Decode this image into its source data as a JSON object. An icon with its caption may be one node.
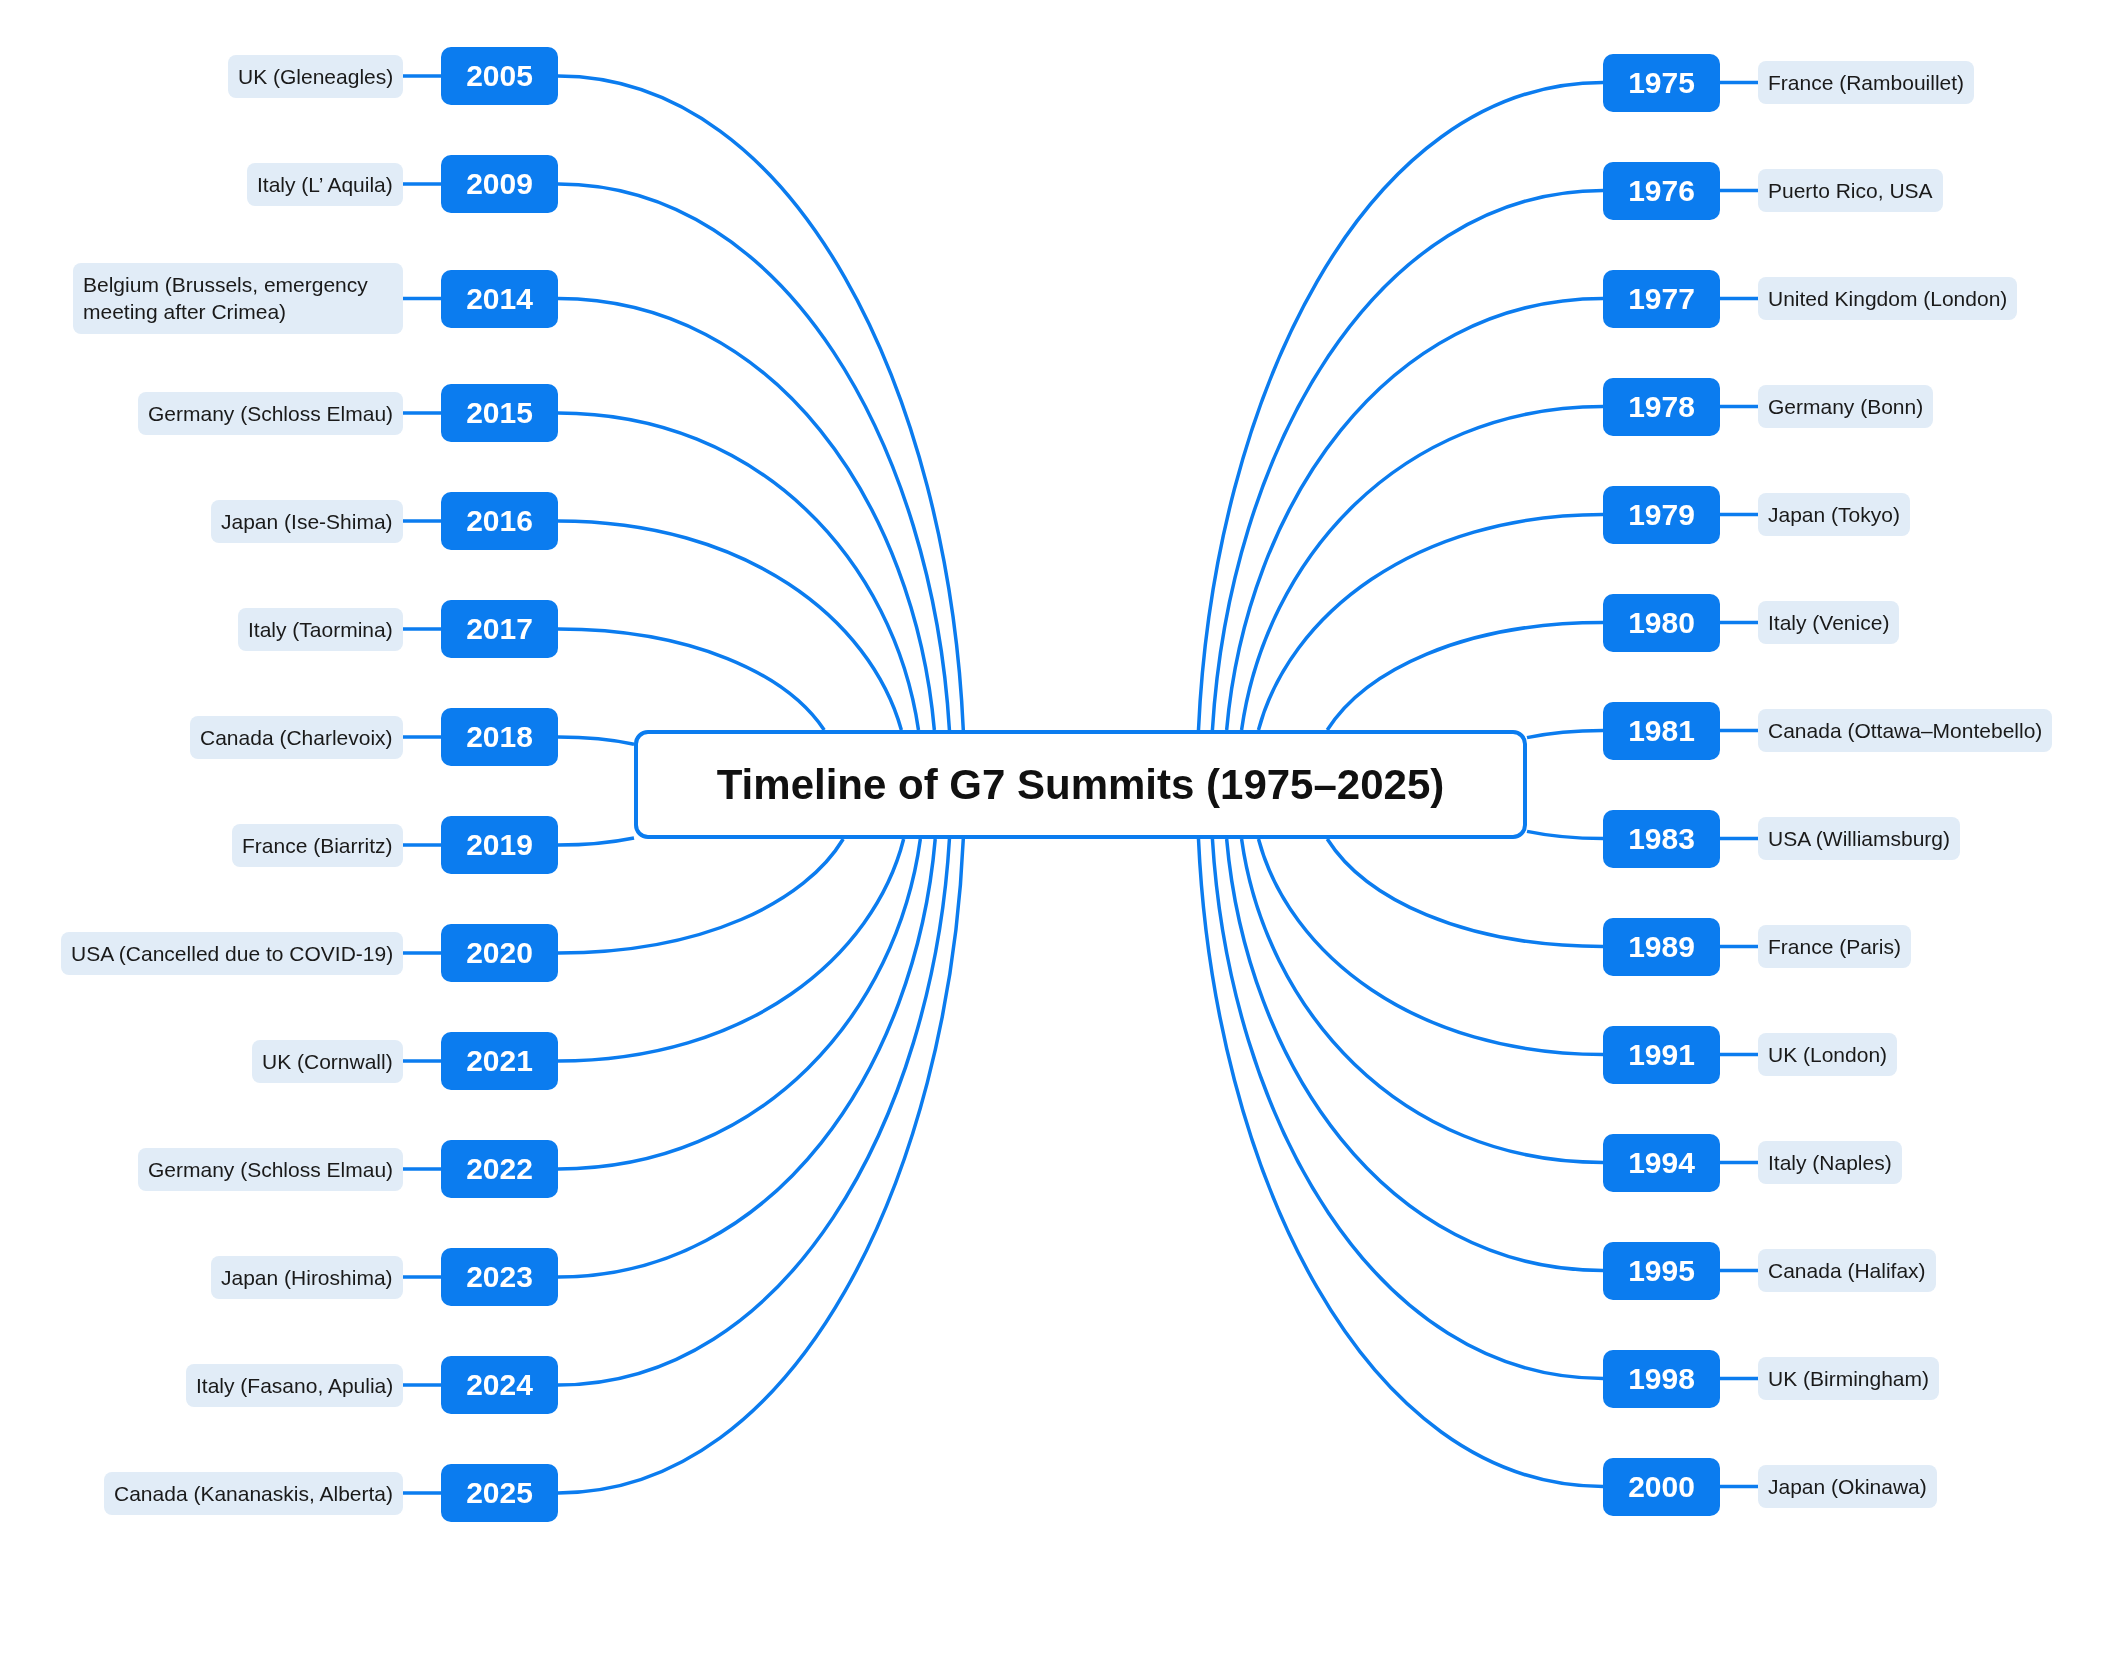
{
  "diagram": {
    "nodes": [
      {
        "text": [
          "Timeline of G7 Summits (1975–2025)"
        ]
      },
      {
        "text": [
          "1975"
        ]
      },
      {
        "text": [
          "France (Rambouillet)"
        ]
      },
      {
        "text": [
          "1976"
        ]
      },
      {
        "text": [
          "Puerto Rico, USA"
        ]
      },
      {
        "text": [
          "1977"
        ]
      },
      {
        "text": [
          "United Kingdom (London)"
        ]
      },
      {
        "text": [
          "1978"
        ]
      },
      {
        "text": [
          "Germany (Bonn)"
        ]
      },
      {
        "text": [
          "1979"
        ]
      },
      {
        "text": [
          "Japan (Tokyo)"
        ]
      },
      {
        "text": [
          "1980"
        ]
      },
      {
        "text": [
          "Italy (Venice)"
        ]
      },
      {
        "text": [
          "1981"
        ]
      },
      {
        "text": [
          "Canada (Ottawa–Montebello)"
        ]
      },
      {
        "text": [
          "1983"
        ]
      },
      {
        "text": [
          "USA (Williamsburg)"
        ]
      },
      {
        "text": [
          "1989"
        ]
      },
      {
        "text": [
          "France (Paris)"
        ]
      },
      {
        "text": [
          "1991"
        ]
      },
      {
        "text": [
          "UK (London)"
        ]
      },
      {
        "text": [
          "1994"
        ]
      },
      {
        "text": [
          "Italy (Naples)"
        ]
      },
      {
        "text": [
          "1995"
        ]
      },
      {
        "text": [
          "Canada (Halifax)"
        ]
      },
      {
        "text": [
          "1998"
        ]
      },
      {
        "text": [
          "UK (Birmingham)"
        ]
      },
      {
        "text": [
          "2000"
        ]
      },
      {
        "text": [
          "Japan (Okinawa)"
        ]
      },
      {
        "text": [
          "2005"
        ]
      },
      {
        "text": [
          "UK (Gleneagles)"
        ]
      },
      {
        "text": [
          "2009"
        ]
      },
      {
        "text": [
          "Italy (L’ Aquila)"
        ]
      },
      {
        "text": [
          "2014"
        ]
      },
      {
        "text": [
          "Belgium (Brussels, emergency meeting after Crimea)"
        ]
      },
      {
        "text": [
          "2015"
        ]
      },
      {
        "text": [
          "Germany (Schloss Elmau)"
        ]
      },
      {
        "text": [
          "2016"
        ]
      },
      {
        "text": [
          "Japan (Ise-Shima)"
        ]
      },
      {
        "text": [
          "2017"
        ]
      },
      {
        "text": [
          "Italy (Taormina)"
        ]
      },
      {
        "text": [
          "2018"
        ]
      },
      {
        "text": [
          "Canada (Charlevoix)"
        ]
      },
      {
        "text": [
          "2019"
        ]
      },
      {
        "text": [
          "France (Biarritz)"
        ]
      },
      {
        "text": [
          "2020"
        ]
      },
      {
        "text": [
          "USA (Cancelled due to COVID-19)"
        ]
      },
      {
        "text": [
          "2021"
        ]
      },
      {
        "text": [
          "UK (Cornwall)"
        ]
      },
      {
        "text": [
          "2022"
        ]
      },
      {
        "text": [
          "Germany (Schloss Elmau)"
        ]
      },
      {
        "text": [
          "2023"
        ]
      },
      {
        "text": [
          "Japan (Hiroshima)"
        ]
      },
      {
        "text": [
          "2024"
        ]
      },
      {
        "text": [
          "Italy (Fasano, Apulia)"
        ]
      },
      {
        "text": [
          "2025"
        ]
      },
      {
        "text": [
          "Canada (Kananaskis, Alberta)"
        ]
      }
    ],
    "edges": [
      {
        "from": 0,
        "to": 1,
        "arrow": "none"
      },
      {
        "from": 1,
        "to": 2,
        "arrow": "none"
      },
      {
        "from": 0,
        "to": 3,
        "arrow": "none"
      },
      {
        "from": 3,
        "to": 4,
        "arrow": "none"
      },
      {
        "from": 0,
        "to": 5,
        "arrow": "none"
      },
      {
        "from": 5,
        "to": 6,
        "arrow": "none"
      },
      {
        "from": 0,
        "to": 7,
        "arrow": "none"
      },
      {
        "from": 7,
        "to": 8,
        "arrow": "none"
      },
      {
        "from": 0,
        "to": 9,
        "arrow": "none"
      },
      {
        "from": 9,
        "to": 10,
        "arrow": "none"
      },
      {
        "from": 0,
        "to": 11,
        "arrow": "none"
      },
      {
        "from": 11,
        "to": 12,
        "arrow": "none"
      },
      {
        "from": 0,
        "to": 13,
        "arrow": "none"
      },
      {
        "from": 13,
        "to": 14,
        "arrow": "none"
      },
      {
        "from": 0,
        "to": 15,
        "arrow": "none"
      },
      {
        "from": 15,
        "to": 16,
        "arrow": "none"
      },
      {
        "from": 0,
        "to": 17,
        "arrow": "none"
      },
      {
        "from": 17,
        "to": 18,
        "arrow": "none"
      },
      {
        "from": 0,
        "to": 19,
        "arrow": "none"
      },
      {
        "from": 19,
        "to": 20,
        "arrow": "none"
      },
      {
        "from": 0,
        "to": 21,
        "arrow": "none"
      },
      {
        "from": 21,
        "to": 22,
        "arrow": "none"
      },
      {
        "from": 0,
        "to": 23,
        "arrow": "none"
      },
      {
        "from": 23,
        "to": 24,
        "arrow": "none"
      },
      {
        "from": 0,
        "to": 25,
        "arrow": "none"
      },
      {
        "from": 25,
        "to": 26,
        "arrow": "none"
      },
      {
        "from": 0,
        "to": 27,
        "arrow": "none"
      },
      {
        "from": 27,
        "to": 28,
        "arrow": "none"
      },
      {
        "from": 0,
        "to": 29,
        "arrow": "none"
      },
      {
        "from": 29,
        "to": 30,
        "arrow": "none"
      },
      {
        "from": 0,
        "to": 31,
        "arrow": "none"
      },
      {
        "from": 31,
        "to": 32,
        "arrow": "none"
      },
      {
        "from": 0,
        "to": 33,
        "arrow": "none"
      },
      {
        "from": 33,
        "to": 34,
        "arrow": "none"
      },
      {
        "from": 0,
        "to": 35,
        "arrow": "none"
      },
      {
        "from": 35,
        "to": 36,
        "arrow": "none"
      },
      {
        "from": 0,
        "to": 37,
        "arrow": "none"
      },
      {
        "from": 37,
        "to": 38,
        "arrow": "none"
      },
      {
        "from": 0,
        "to": 39,
        "arrow": "none"
      },
      {
        "from": 39,
        "to": 40,
        "arrow": "none"
      },
      {
        "from": 0,
        "to": 41,
        "arrow": "none"
      },
      {
        "from": 41,
        "to": 42,
        "arrow": "none"
      },
      {
        "from": 0,
        "to": 43,
        "arrow": "none"
      },
      {
        "from": 43,
        "to": 44,
        "arrow": "none"
      },
      {
        "from": 0,
        "to": 45,
        "arrow": "none"
      },
      {
        "from": 45,
        "to": 46,
        "arrow": "none"
      },
      {
        "from": 0,
        "to": 47,
        "arrow": "none"
      },
      {
        "from": 47,
        "to": 48,
        "arrow": "none"
      },
      {
        "from": 0,
        "to": 49,
        "arrow": "none"
      },
      {
        "from": 49,
        "to": 50,
        "arrow": "none"
      },
      {
        "from": 0,
        "to": 51,
        "arrow": "none"
      },
      {
        "from": 51,
        "to": 52,
        "arrow": "none"
      },
      {
        "from": 0,
        "to": 53,
        "arrow": "none"
      },
      {
        "from": 53,
        "to": 54,
        "arrow": "none"
      },
      {
        "from": 0,
        "to": 55,
        "arrow": "none"
      },
      {
        "from": 55,
        "to": 56,
        "arrow": "none"
      }
    ]
  }
}
